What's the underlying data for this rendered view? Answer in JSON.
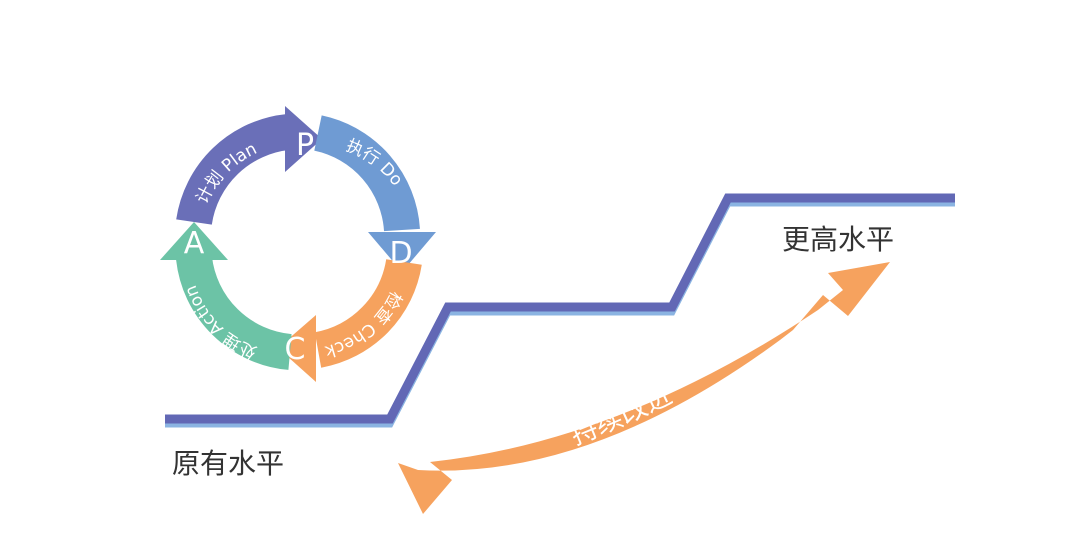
{
  "levels": {
    "original": "原有水平",
    "higher": "更高水平"
  },
  "improvement_arrow": {
    "label": "持续改进",
    "color": "#f6a25e"
  },
  "staircase": {
    "top_color": "#6268b5",
    "bottom_color": "#8bb4e2"
  },
  "pdca": {
    "stages": [
      {
        "letter": "P",
        "label": "计划 Plan",
        "color": "#6a6fb8"
      },
      {
        "letter": "D",
        "label": "执行 Do",
        "color": "#6f9bd3"
      },
      {
        "letter": "C",
        "label": "检查 Check",
        "color": "#f6a25e"
      },
      {
        "letter": "A",
        "label": "处理 Action",
        "color": "#6cc3a6"
      }
    ]
  }
}
